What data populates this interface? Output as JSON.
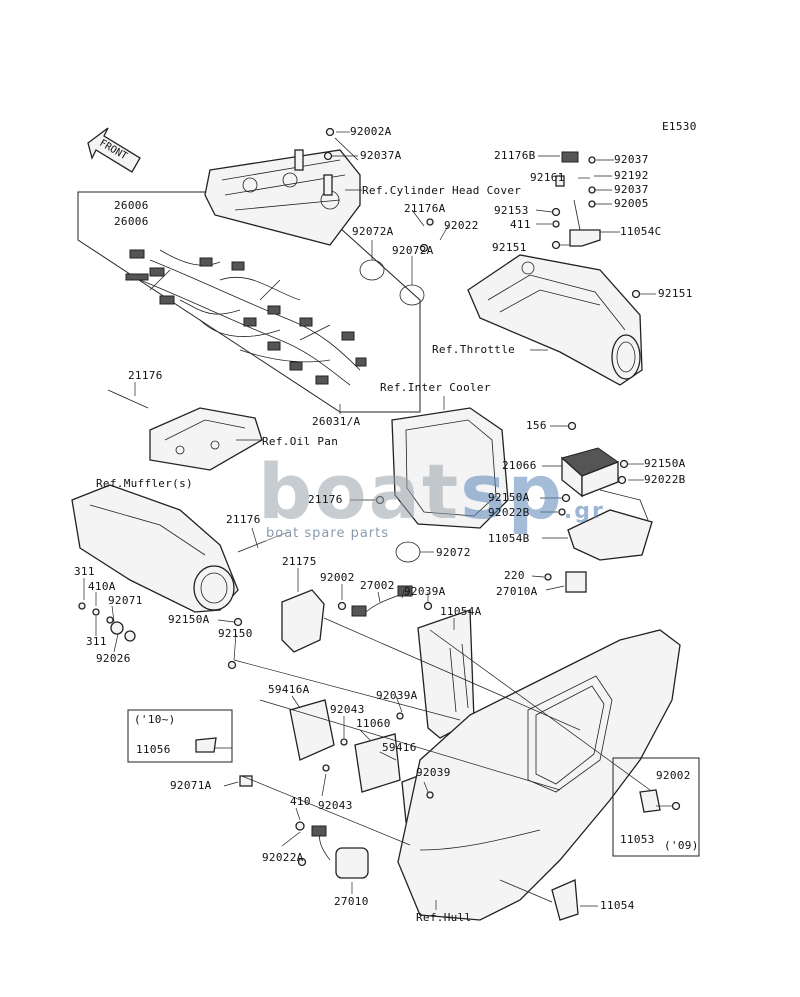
{
  "diagram_code": "E1530",
  "watermark": {
    "brand_left": "boat",
    "brand_right": "sp",
    "suffix": ".gr",
    "tagline": "boat spare parts"
  },
  "front_arrow": "FRONT",
  "labels": {
    "p92002A": "92002A",
    "p92037A": "92037A",
    "refCylinder": "Ref.Cylinder Head Cover",
    "p26006a": "26006",
    "p26006b": "26006",
    "p21176Btop": "21176B",
    "p92037a": "92037",
    "p92161": "92161",
    "p92192": "92192",
    "p92037b": "92037",
    "p92153": "92153",
    "p92005": "92005",
    "p411": "411",
    "p11054C": "11054C",
    "p21176A": "21176A",
    "p92022": "92022",
    "p92072Aa": "92072A",
    "p92072Ab": "92072A",
    "p92151a": "92151",
    "p92151b": "92151",
    "refThrottle": "Ref.Throttle",
    "p21176a": "21176",
    "p26031A": "26031/A",
    "refOilPan": "Ref.Oil Pan",
    "refInterCooler": "Ref.Inter Cooler",
    "p156": "156",
    "p21066": "21066",
    "p92150Aa": "92150A",
    "p92022B": "92022B",
    "p92150Ab": "92150A",
    "p92022Bb": "92022B",
    "p11054B": "11054B",
    "refMuffler": "Ref.Muffler(s)",
    "p21176b": "21176",
    "p21176c": "21176",
    "p92072": "92072",
    "p220": "220",
    "p27010A": "27010A",
    "p311a": "311",
    "p410A": "410A",
    "p92071": "92071",
    "p311b": "311",
    "p92026": "92026",
    "p21175": "21175",
    "p92002a": "92002",
    "p27002": "27002",
    "p92039Aa": "92039A",
    "p11054A": "11054A",
    "p92150Ac": "92150A",
    "p92150": "92150",
    "p59416A": "59416A",
    "p92039Ab": "92039A",
    "p10": "('10~)",
    "p11056": "11056",
    "p92043a": "92043",
    "p11060": "11060",
    "p59416": "59416",
    "p92039": "92039",
    "p92071A": "92071A",
    "p410": "410",
    "p92043b": "92043",
    "p92002b": "92002",
    "p11053": "11053",
    "p09": "('09)",
    "p92022A": "92022A",
    "p27010": "27010",
    "refHull": "Ref.Hull",
    "p11054": "11054"
  }
}
